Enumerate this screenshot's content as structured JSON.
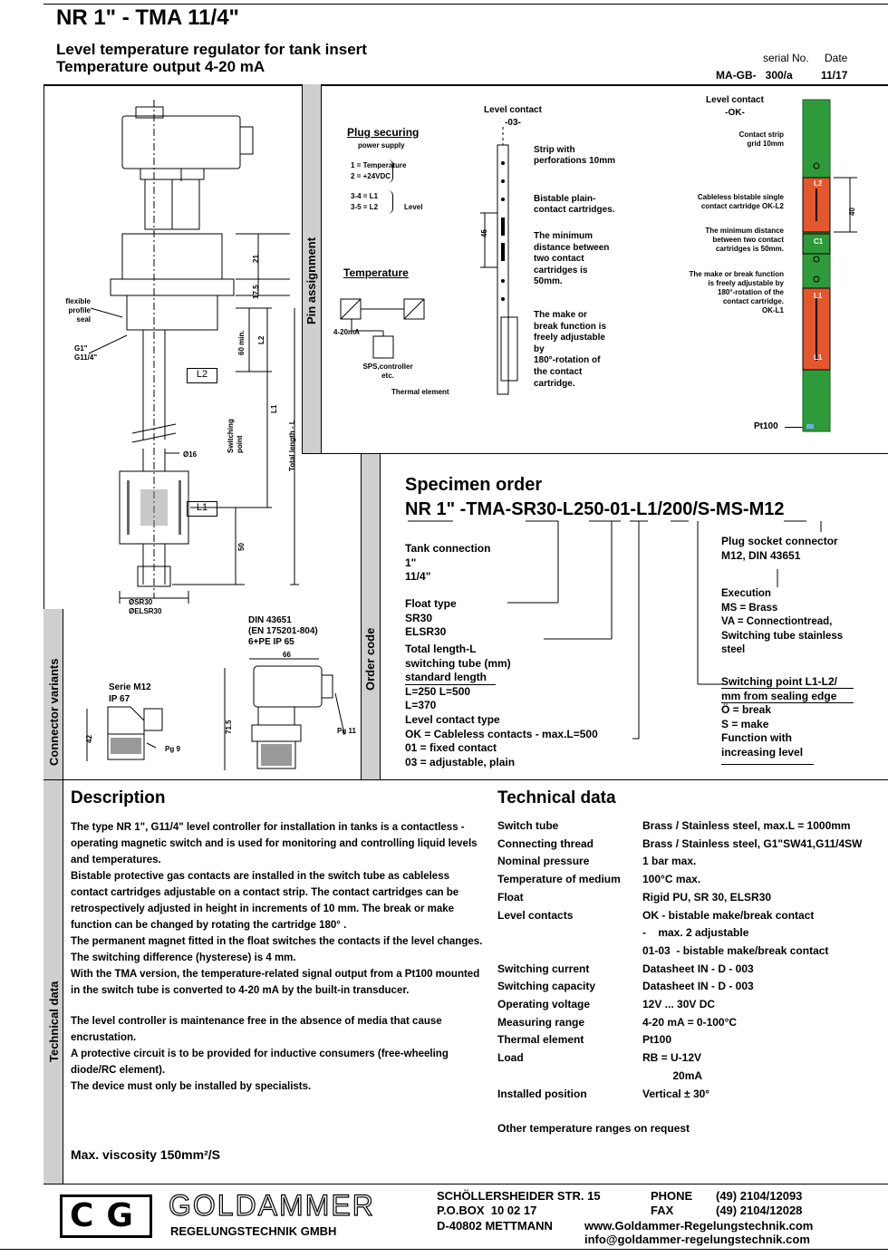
{
  "header": {
    "title": "NR 1\" - TMA 11/4\"",
    "subtitle1": "Level temperature regulator for tank insert",
    "subtitle2": "Temperature output  4-20 mA",
    "serial_label": "serial No.",
    "date_label": "Date",
    "serial_value": "MA-GB-   300/a",
    "date_value": "11/17"
  },
  "side_labels": {
    "pin": "Pin assignment",
    "order": "Order code",
    "connector": "Connector variants",
    "technical": "Technical data"
  },
  "drawing": {
    "flexible_seal": "flexible\nprofile\nseal",
    "thread": "G1\"\nG11/4\"",
    "l2": "L2",
    "l1": "L1",
    "dia16": "Ø16",
    "switching_point": "Switching\npoint",
    "total_length": "Total length - L",
    "dim_21": "21",
    "dim_175": "17.5",
    "dim_60": "60 min.",
    "dim_l2": "L2",
    "dim_l1": "L1",
    "dim_50": "50",
    "float_dia": "ØSR30\nØELSR30"
  },
  "pin": {
    "plug_title": "Plug securing",
    "power": "power supply",
    "p1": "1 = Temperature",
    "p2": "2 = +24VDC",
    "p3": "3-4 = L1",
    "p4": "3-5 = L2",
    "level": "Level",
    "temp_title": "Temperature",
    "ma": "4-20mA",
    "sps": "SPS,controller\netc.",
    "thermal": "Thermal element"
  },
  "contact03": {
    "title": "Level contact\n-03-",
    "strip": "Strip with\nperforations 10mm",
    "bistable": "Bistable plain-\ncontact cartridges.",
    "min_dist": "The minimum\ndistance between\ntwo contact\ncartridges is\n50mm.",
    "make_break": "The make or\nbreak function is\nfreely adjustable\nby\n180°-rotation of\nthe contact\ncartridge.",
    "dim45": "45"
  },
  "contactOK": {
    "title": "Level contact\n-OK-",
    "strip": "Contact strip\ngrid 10mm",
    "cableless": "Cableless bistable single\ncontact cartridge OK-L2",
    "min_dist": "The minimum distance\nbetween two contact\ncartridges is 50mm.",
    "make_break": "The make or break function\nis freely adjustable by\n180°-rotation of the\ncontact cartridge.\nOK-L1",
    "pt100": "Pt100",
    "dim40": "40",
    "tag_l2": "L2",
    "tag_l1a": "L1",
    "tag_l1b": "L1",
    "tag_c1": "C1"
  },
  "order": {
    "title": "Specimen order",
    "code": "NR 1\" -TMA-SR30-L250-01-L1/200/S-MS-M12",
    "tank": "Tank connection\n1\"\n11/4\"",
    "float": "Float type\nSR30\nELSR30",
    "length": "Total length-L\nswitching tube (mm)\nstandard length\nL=250   L=500\nL=370",
    "contact": "Level contact type\nOK = Cableless contacts - max.L=500\n01 =   fixed contact\n03 =   adjustable, plain",
    "plug": "Plug socket connector\nM12, DIN 43651",
    "execution": "Execution\nMS = Brass\nVA = Connectiontread,\nSwitching tube stainless\nsteel",
    "switching": "Switching point L1-L2/\nmm from sealing edge\nÖ = break\nS = make\nFunction with\nincreasing level"
  },
  "connector": {
    "m12": "Serie M12\nIP 67",
    "pg9": "Pg 9",
    "dim42": "42",
    "din": "DIN 43651\n(EN 175201-804)\n6+PE  IP 65",
    "dim66": "66",
    "dim715": "71.5",
    "pg11": "Pg 11"
  },
  "description": {
    "title": "Description",
    "p1": "The type NR 1\", G11/4\" level controller for installation in tanks is a contactless - operating magnetic switch and is used for monitoring and controlling liquid levels and temperatures.",
    "p2": "Bistable protective gas contacts are installed in the switch tube as cableless contact cartridges adjustable on a contact strip. The contact cartridges can be retrospectively adjusted in height in increments of 10 mm. The break or make function can be changed by rotating the cartridge 180° .",
    "p3": "The permanent magnet fitted in the float switches the contacts if the level changes. The switching difference (hysterese) is 4 mm.",
    "p4": "With the TMA version, the temperature-related signal output from a Pt100 mounted in the switch tube is converted to 4-20 mA by the built-in transducer.",
    "p5": "The level controller is maintenance free in the absence of media that cause encrustation.",
    "p6": "A protective circuit is to be provided for inductive consumers (free-wheeling diode/RC element).",
    "p7": "The device must only be installed by specialists.",
    "viscosity": "Max. viscosity 150mm²/S"
  },
  "technical": {
    "title": "Technical data",
    "rows": [
      {
        "k": "Switch tube",
        "v": "Brass / Stainless steel, max.L = 1000mm"
      },
      {
        "k": "Connecting thread",
        "v": "Brass / Stainless steel, G1\"SW41,G11/4SW"
      },
      {
        "k": "Nominal pressure",
        "v": "1 bar max."
      },
      {
        "k": "Temperature of medium",
        "v": "100°C max."
      },
      {
        "k": "Float",
        "v": "Rigid PU, SR 30, ELSR30"
      },
      {
        "k": "Level contacts",
        "v": "OK - bistable make/break contact"
      },
      {
        "k": "",
        "v": "-    max. 2 adjustable"
      },
      {
        "k": "",
        "v": "01-03  - bistable make/break contact"
      },
      {
        "k": "Switching current",
        "v": "Datasheet IN - D - 003"
      },
      {
        "k": "Switching capacity",
        "v": "Datasheet IN - D - 003"
      },
      {
        "k": "Operating voltage",
        "v": "12V ... 30V DC"
      },
      {
        "k": "Measuring range",
        "v": "4-20 mA = 0-100°C"
      },
      {
        "k": "Thermal element",
        "v": "Pt100"
      },
      {
        "k": "Load",
        "v": "RB = U-12V"
      },
      {
        "k": "",
        "v": "          20mA"
      },
      {
        "k": "Installed position",
        "v": "Vertical ± 30°"
      }
    ],
    "note": "Other temperature ranges on request"
  },
  "footer": {
    "logo_letters": "CG",
    "company": "GOLDAMMER",
    "company_sub": "REGELUNGSTECHNIK GMBH",
    "addr1": "SCHÖLLERSHEIDER STR. 15",
    "addr2": "P.O.BOX  10 02 17",
    "addr3": "D-40802 METTMANN",
    "phone_label": "PHONE",
    "phone": "(49) 2104/12093",
    "fax_label": "FAX",
    "fax": "(49) 2104/12028",
    "web": "www.Goldammer-Regelungstechnik.com",
    "email": "info@goldammer-regelungstechnik.com"
  },
  "colors": {
    "green": "#2f9a3a",
    "orange": "#e4572e",
    "gray": "#cfcfcf"
  }
}
